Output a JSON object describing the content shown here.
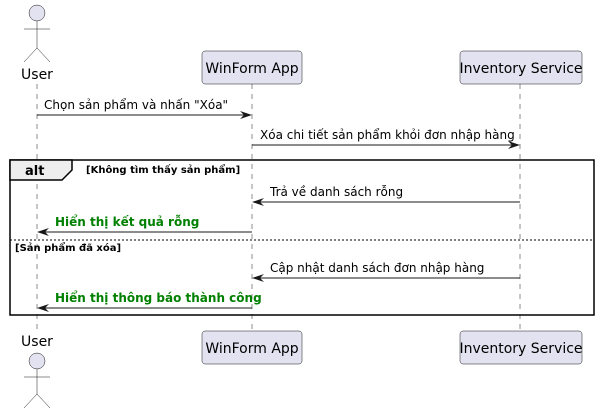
{
  "participants": {
    "user": "User",
    "winform": "WinForm App",
    "inventory": "Inventory Service"
  },
  "messages": {
    "m1": "Chọn sản phẩm và nhấn \"Xóa\"",
    "m2": "Xóa chi tiết sản phẩm khỏi đơn nhập hàng",
    "m3": "Trả về danh sách rỗng",
    "m4": "Hiển thị kết quả rỗng",
    "m5": "Cập nhật danh sách đơn nhập hàng",
    "m6": "Hiển thị thông báo thành công"
  },
  "fragment": {
    "keyword": "alt",
    "guard1": "[Không tìm thấy sản phẩm]",
    "guard2": "[Sản phẩm đã xóa]"
  },
  "colors": {
    "participant_fill": "#E2E2F0",
    "line": "#181818",
    "success_text": "#008000"
  }
}
